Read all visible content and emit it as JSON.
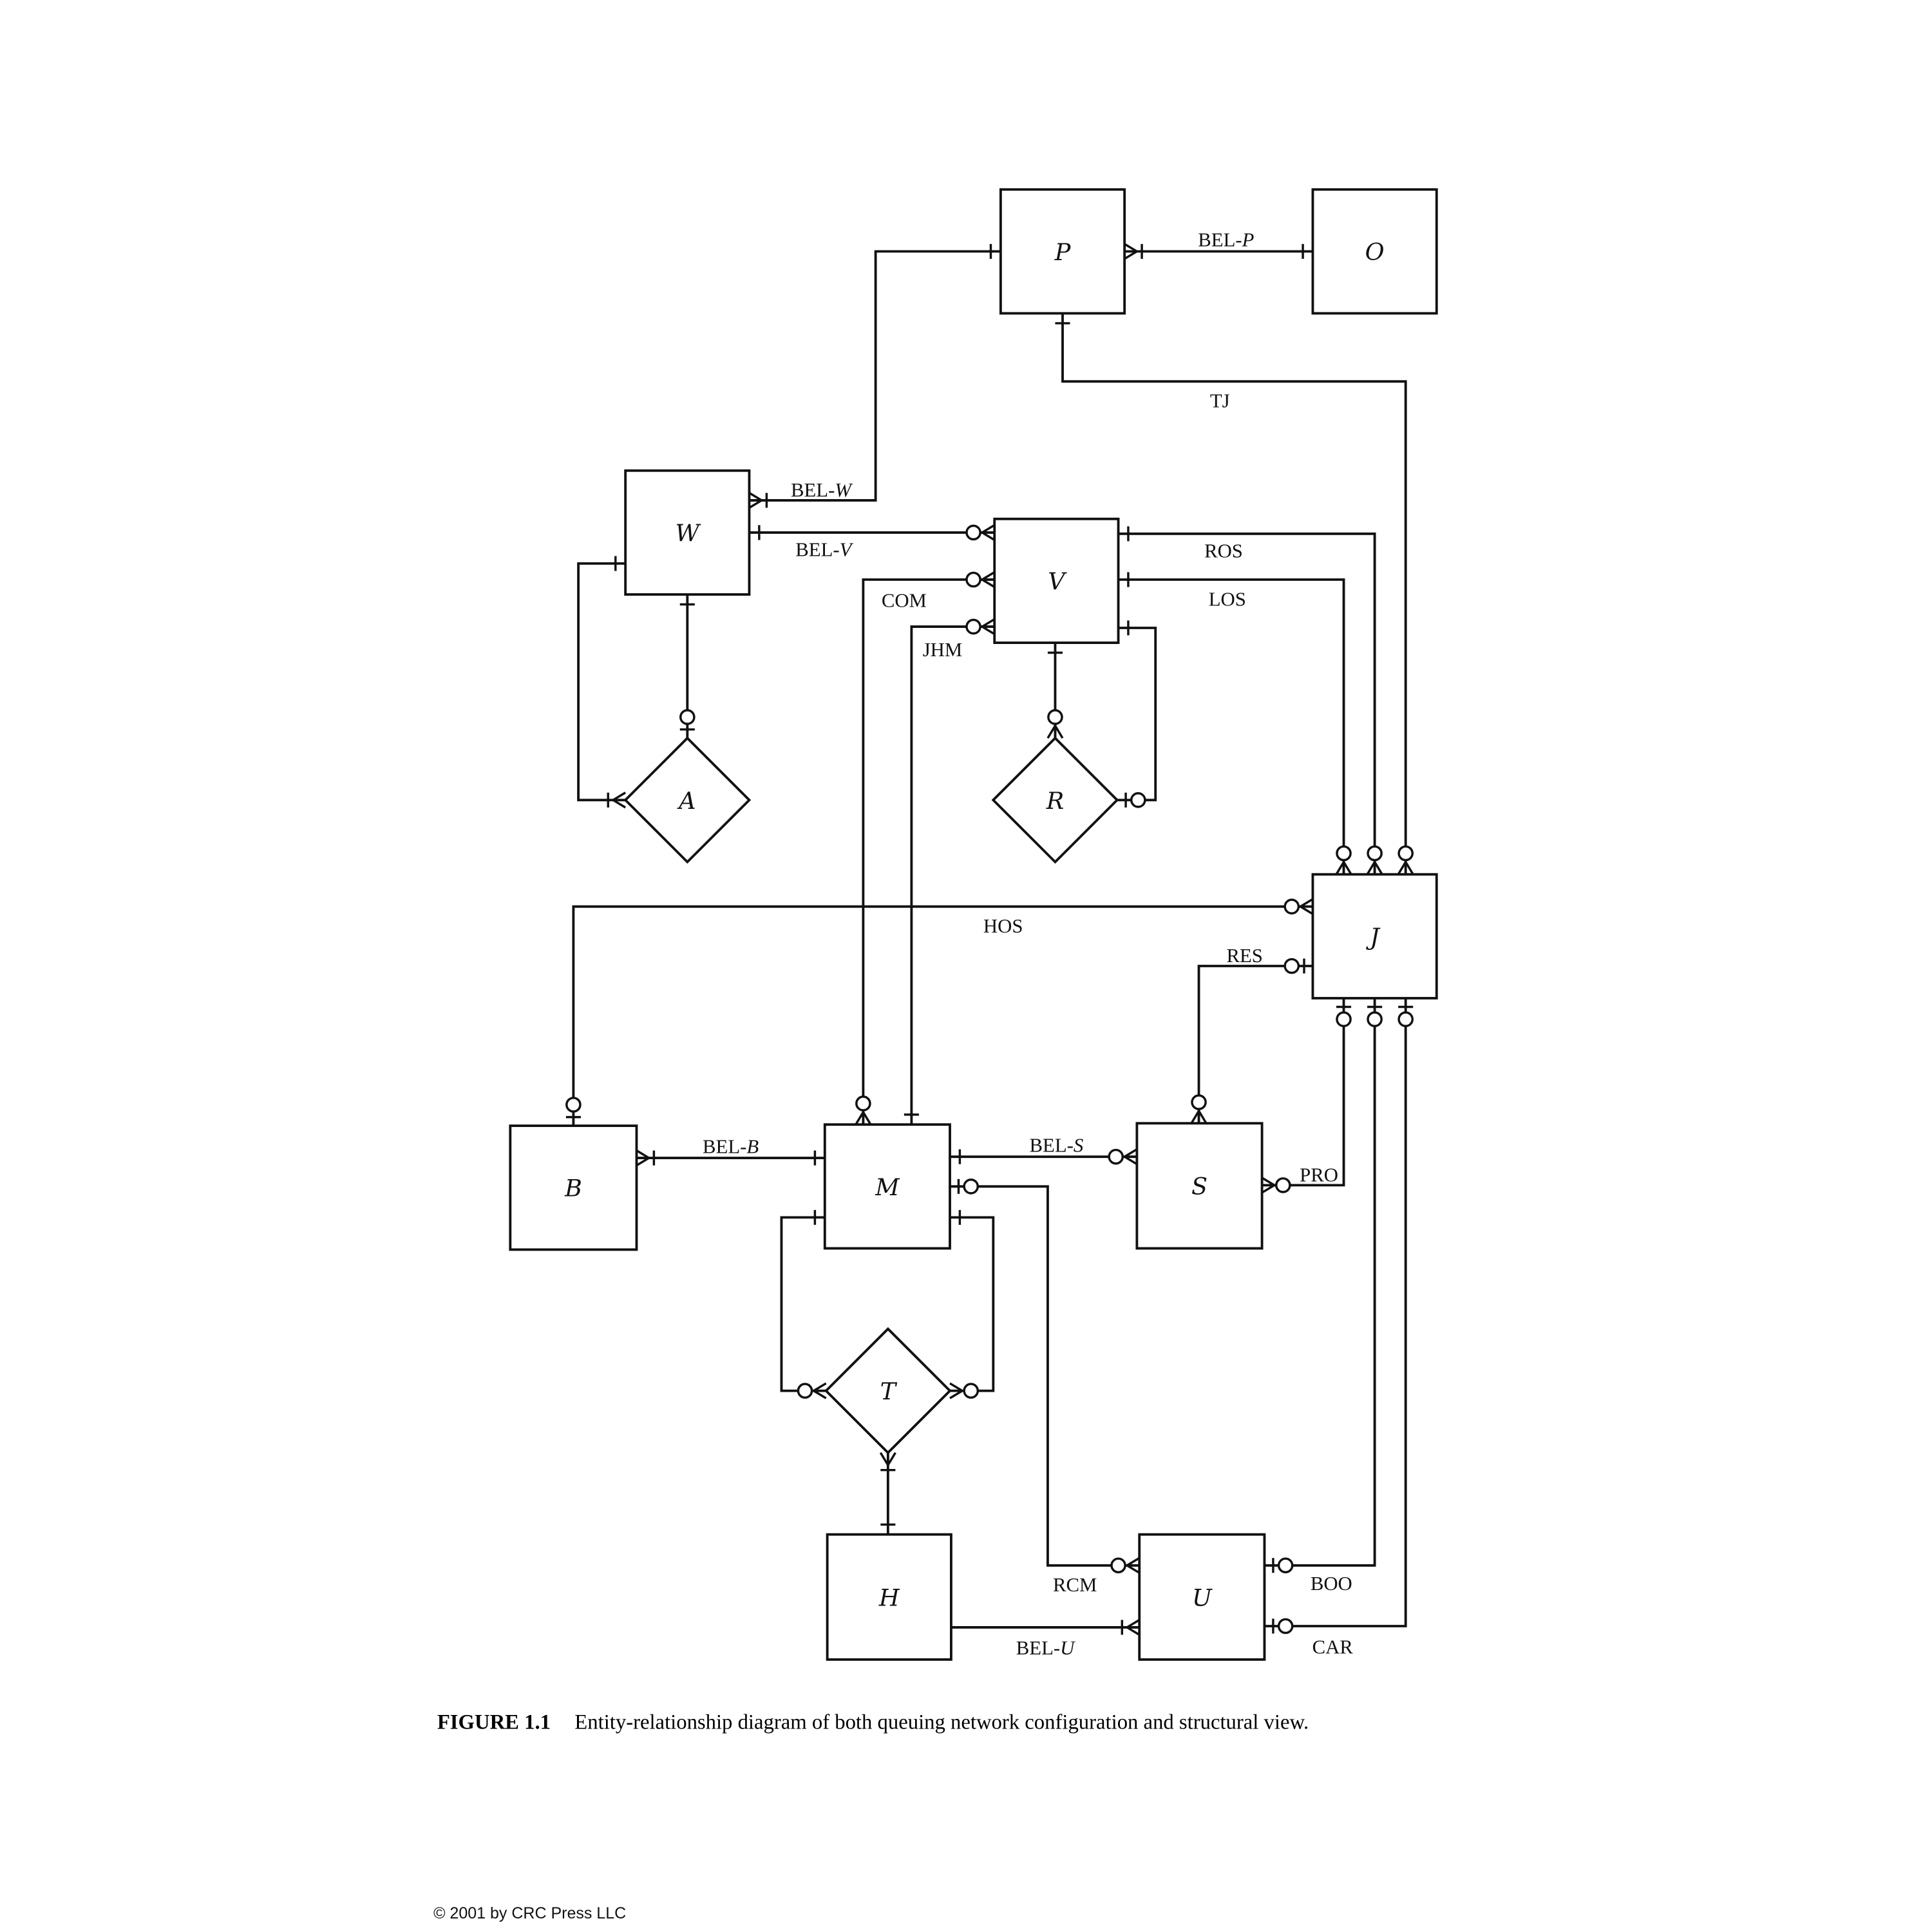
{
  "entities": {
    "P": "P",
    "O": "O",
    "W": "W",
    "V": "V",
    "J": "J",
    "B": "B",
    "M": "M",
    "S": "S",
    "H": "H",
    "U": "U"
  },
  "relationships_diamond": {
    "A": "A",
    "R": "R",
    "T": "T"
  },
  "relationship_labels": {
    "bel_p": [
      "BEL-",
      "P"
    ],
    "bel_w": [
      "BEL-",
      "W"
    ],
    "bel_v": [
      "BEL-",
      "V"
    ],
    "com": "COM",
    "jhm": "JHM",
    "ros": "ROS",
    "los": "LOS",
    "tj": "TJ",
    "hos": "HOS",
    "res": "RES",
    "bel_b": [
      "BEL-",
      "B"
    ],
    "bel_s": [
      "BEL-",
      "S"
    ],
    "pro": "PRO",
    "rcm": "RCM",
    "boo": "BOO",
    "car": "CAR",
    "bel_u": [
      "BEL-",
      "U"
    ]
  },
  "caption": {
    "figure_label": "FIGURE 1.1",
    "text": "Entity-relationship diagram of both queuing network configuration and structural view."
  },
  "copyright": "© 2001 by CRC Press LLC"
}
